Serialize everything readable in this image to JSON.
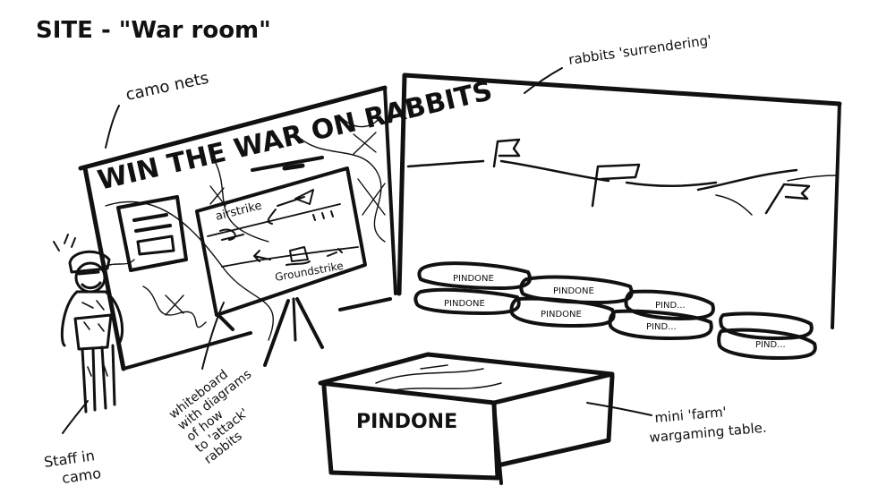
{
  "heading": "SITE - \"War room\"",
  "banner": "WIN THE WAR ON RABBITS",
  "whiteboard": {
    "airstrike_label": "airstrike",
    "groundstrike_label": "Groundstrike"
  },
  "annotations": {
    "camo_nets": "camo nets",
    "rabbits_surrendering": "rabbits 'surrendering'",
    "whiteboard_note": [
      "whiteboard",
      "with diagrams",
      "of how",
      "to 'attack'",
      "rabbits"
    ],
    "staff_note": [
      "Staff in",
      "camo"
    ],
    "table_note": [
      "mini 'farm'",
      "wargaming table."
    ]
  },
  "sandbags": [
    "PINDONE",
    "PINDONE",
    "PINDONE",
    "PINDONE",
    "PIND...",
    "PIND...",
    "PIND..."
  ],
  "table_label": "PINDONE"
}
